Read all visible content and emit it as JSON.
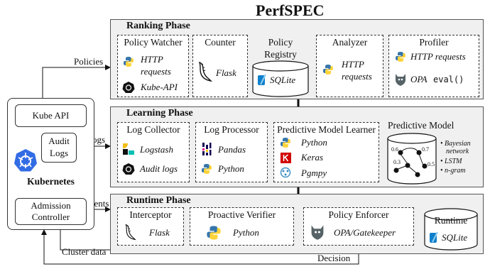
{
  "title": "PerfSPEC",
  "k8s": {
    "name": "Kubernetes",
    "kube_api": "Kube API",
    "audit_logs_line1": "Audit",
    "audit_logs_line2": "Logs",
    "admission_line1": "Admission",
    "admission_line2": "Controller"
  },
  "arrows": {
    "policies": "Policies",
    "logs": "Logs",
    "events": "Events",
    "cluster_data": "Cluster data",
    "decision": "Decision"
  },
  "ranking": {
    "title": "Ranking Phase",
    "policy_watcher": {
      "title": "Policy Watcher",
      "item1": "HTTP",
      "item1b": "requests",
      "item2": "Kube-API"
    },
    "counter": {
      "title": "Counter",
      "item1": "Flask"
    },
    "policy_registry": {
      "title_line1": "Policy",
      "title_line2": "Registry",
      "item1": "SQLite"
    },
    "analyzer": {
      "title": "Analyzer",
      "item1": "HTTP",
      "item1b": "requests"
    },
    "profiler": {
      "title": "Profiler",
      "item1": "HTTP requests",
      "item2": "OPA",
      "item2b": "eval()"
    }
  },
  "learning": {
    "title": "Learning Phase",
    "log_collector": {
      "title": "Log Collector",
      "item1": "Logstash",
      "item2": "Audit logs"
    },
    "log_processor": {
      "title": "Log Processor",
      "item1": "Pandas",
      "item2": "Python"
    },
    "pml": {
      "title": "Predictive Model Learner",
      "item1": "Python",
      "item2": "Keras",
      "item3": "Pgmpy"
    },
    "predictive_model": {
      "title": "Predictive Model",
      "bullets": [
        "Bayesian",
        "network",
        "LSTM",
        "n-gram"
      ],
      "edge_labels": [
        "0.6",
        "0.7",
        "0.3",
        "0.5"
      ]
    }
  },
  "runtime": {
    "title": "Runtime Phase",
    "interceptor": {
      "title": "Interceptor",
      "item1": "Flask"
    },
    "proactive_verifier": {
      "title": "Proactive Verifier",
      "item1": "Python"
    },
    "policy_enforcer": {
      "title": "Policy Enforcer",
      "item1": "OPA/Gatekeeper"
    },
    "runtime_db": {
      "title": "Runtime",
      "item1": "SQLite"
    }
  },
  "colors": {
    "k8s_blue": "#326ce5",
    "python_blue": "#3776ab",
    "python_yellow": "#ffd43b",
    "keras_red": "#d00000",
    "elastic_yellow": "#f0bf1a",
    "elastic_teal": "#00bfb3",
    "pandas_purple": "#130754",
    "pandas_pink": "#e70488",
    "phase_bg": "#f0f0f0"
  }
}
